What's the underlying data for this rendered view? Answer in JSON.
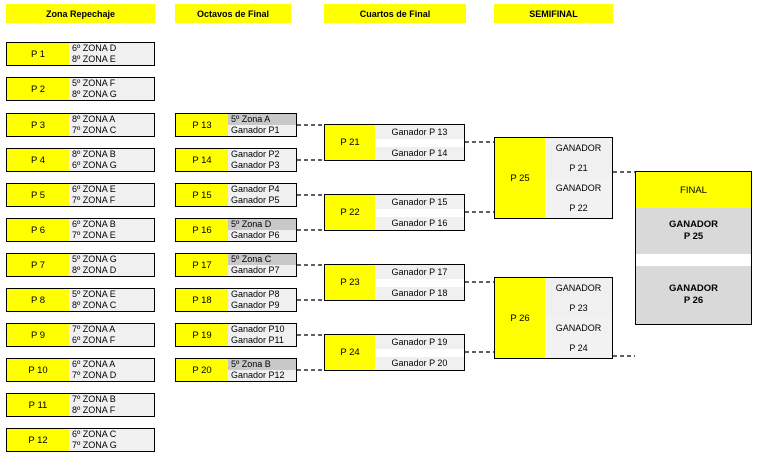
{
  "headers": {
    "zona_repechaje": "Zona Repechaje",
    "octavos": "Octavos de Final",
    "cuartos": "Cuartos  de Final",
    "semifinal": "SEMIFINAL"
  },
  "repechaje": [
    {
      "id": "P 1",
      "l1": "6º ZONA D",
      "l2": "8º ZONA E"
    },
    {
      "id": "P 2",
      "l1": "5º ZONA F",
      "l2": "8º ZONA G"
    },
    {
      "id": "P 3",
      "l1": "8º ZONA A",
      "l2": "7º ZONA C"
    },
    {
      "id": "P 4",
      "l1": "8º ZONA B",
      "l2": "6º ZONA G"
    },
    {
      "id": "P 5",
      "l1": "6º ZONA E",
      "l2": "7º ZONA F"
    },
    {
      "id": "P 6",
      "l1": "6º ZONA B",
      "l2": "7º ZONA E"
    },
    {
      "id": "P 7",
      "l1": "5º ZONA G",
      "l2": "8º ZONA D"
    },
    {
      "id": "P 8",
      "l1": "5º ZONA E",
      "l2": "8º ZONA C"
    },
    {
      "id": "P 9",
      "l1": "7º ZONA A",
      "l2": "6º ZONA F"
    },
    {
      "id": "P 10",
      "l1": "6º ZONA A",
      "l2": "7º ZONA D"
    },
    {
      "id": "P 11",
      "l1": "7º ZONA B",
      "l2": "8º ZONA F"
    },
    {
      "id": "P 12",
      "l1": "6º ZONA C",
      "l2": "7º ZONA G"
    }
  ],
  "octavos": [
    {
      "id": "P 13",
      "l1": "5º Zona A",
      "l2": "Ganador P1"
    },
    {
      "id": "P 14",
      "l1": "Ganador P2",
      "l2": "Ganador P3"
    },
    {
      "id": "P 15",
      "l1": "Ganador P4",
      "l2": "Ganador P5"
    },
    {
      "id": "P 16",
      "l1": "5º Zona D",
      "l2": "Ganador P6"
    },
    {
      "id": "P 17",
      "l1": "5º Zona C",
      "l2": "Ganador P7"
    },
    {
      "id": "P 18",
      "l1": "Ganador P8",
      "l2": "Ganador P9"
    },
    {
      "id": "P 19",
      "l1": "Ganador P10",
      "l2": "Ganador P11"
    },
    {
      "id": "P 20",
      "l1": "5º Zona B",
      "l2": "Ganador P12"
    }
  ],
  "cuartos": [
    {
      "id": "P 21",
      "l1": "Ganador P 13",
      "l2": "Ganador P 14"
    },
    {
      "id": "P 22",
      "l1": "Ganador P 15",
      "l2": "Ganador P 16"
    },
    {
      "id": "P 23",
      "l1": "Ganador P 17",
      "l2": "Ganador P 18"
    },
    {
      "id": "P 24",
      "l1": "Ganador P 19",
      "l2": "Ganador P 20"
    }
  ],
  "semis": [
    {
      "id": "P 25",
      "a1": "GANADOR",
      "a2": "P 21",
      "b1": "GANADOR",
      "b2": "P 22"
    },
    {
      "id": "P 26",
      "a1": "GANADOR",
      "a2": "P 23",
      "b1": "GANADOR",
      "b2": "P 24"
    }
  ],
  "final": {
    "title": "FINAL",
    "w1a": "GANADOR",
    "w1b": "P 25",
    "w2a": "GANADOR",
    "w2b": "P 26"
  }
}
